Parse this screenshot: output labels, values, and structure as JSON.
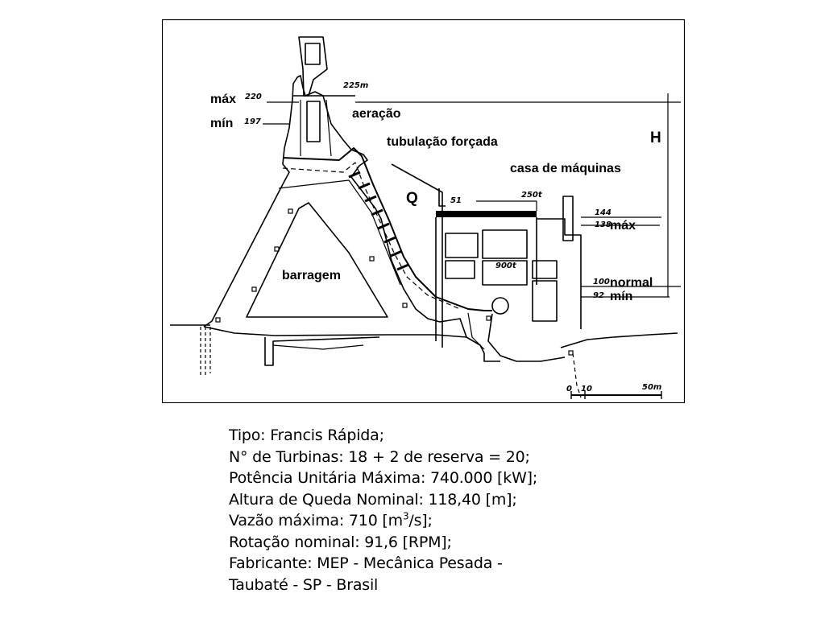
{
  "diagram": {
    "labels": {
      "max_upstream": "máx",
      "min_upstream": "mín",
      "aeration": "aeração",
      "penstock": "tubulação forçada",
      "powerhouse": "casa de máquinas",
      "head": "H",
      "flow": "Q",
      "dam": "barragem",
      "max_downstream": "máx",
      "normal_downstream": "normal",
      "min_downstream": "mín"
    },
    "elevations": {
      "crest": "225m",
      "upstream_max": "220",
      "upstream_min": "197",
      "downstream_144": "144",
      "downstream_max": "138",
      "downstream_normal": "100",
      "downstream_min": "92"
    },
    "annotations": {
      "crane_51": "51",
      "crane_250t": "250t",
      "weight_900t": "900t"
    },
    "scale": {
      "tick_0": "0",
      "tick_10": "10",
      "tick_50": "50m"
    }
  },
  "specs": {
    "tipo": "Tipo: Francis Rápida;",
    "turbinas": "N° de Turbinas: 18 + 2 de reserva = 20;",
    "potencia": "Potência Unitária Máxima: 740.000 [kW];",
    "altura": "Altura de Queda Nominal: 118,40 [m];",
    "vazao_prefix": "Vazão máxima: 710 [m",
    "vazao_exp": "3",
    "vazao_suffix": "/s];",
    "rotacao": "Rotação nominal: 91,6 [RPM];",
    "fabricante": "Fabricante: MEP - Mecânica Pesada -",
    "local": "Taubaté - SP - Brasil"
  }
}
